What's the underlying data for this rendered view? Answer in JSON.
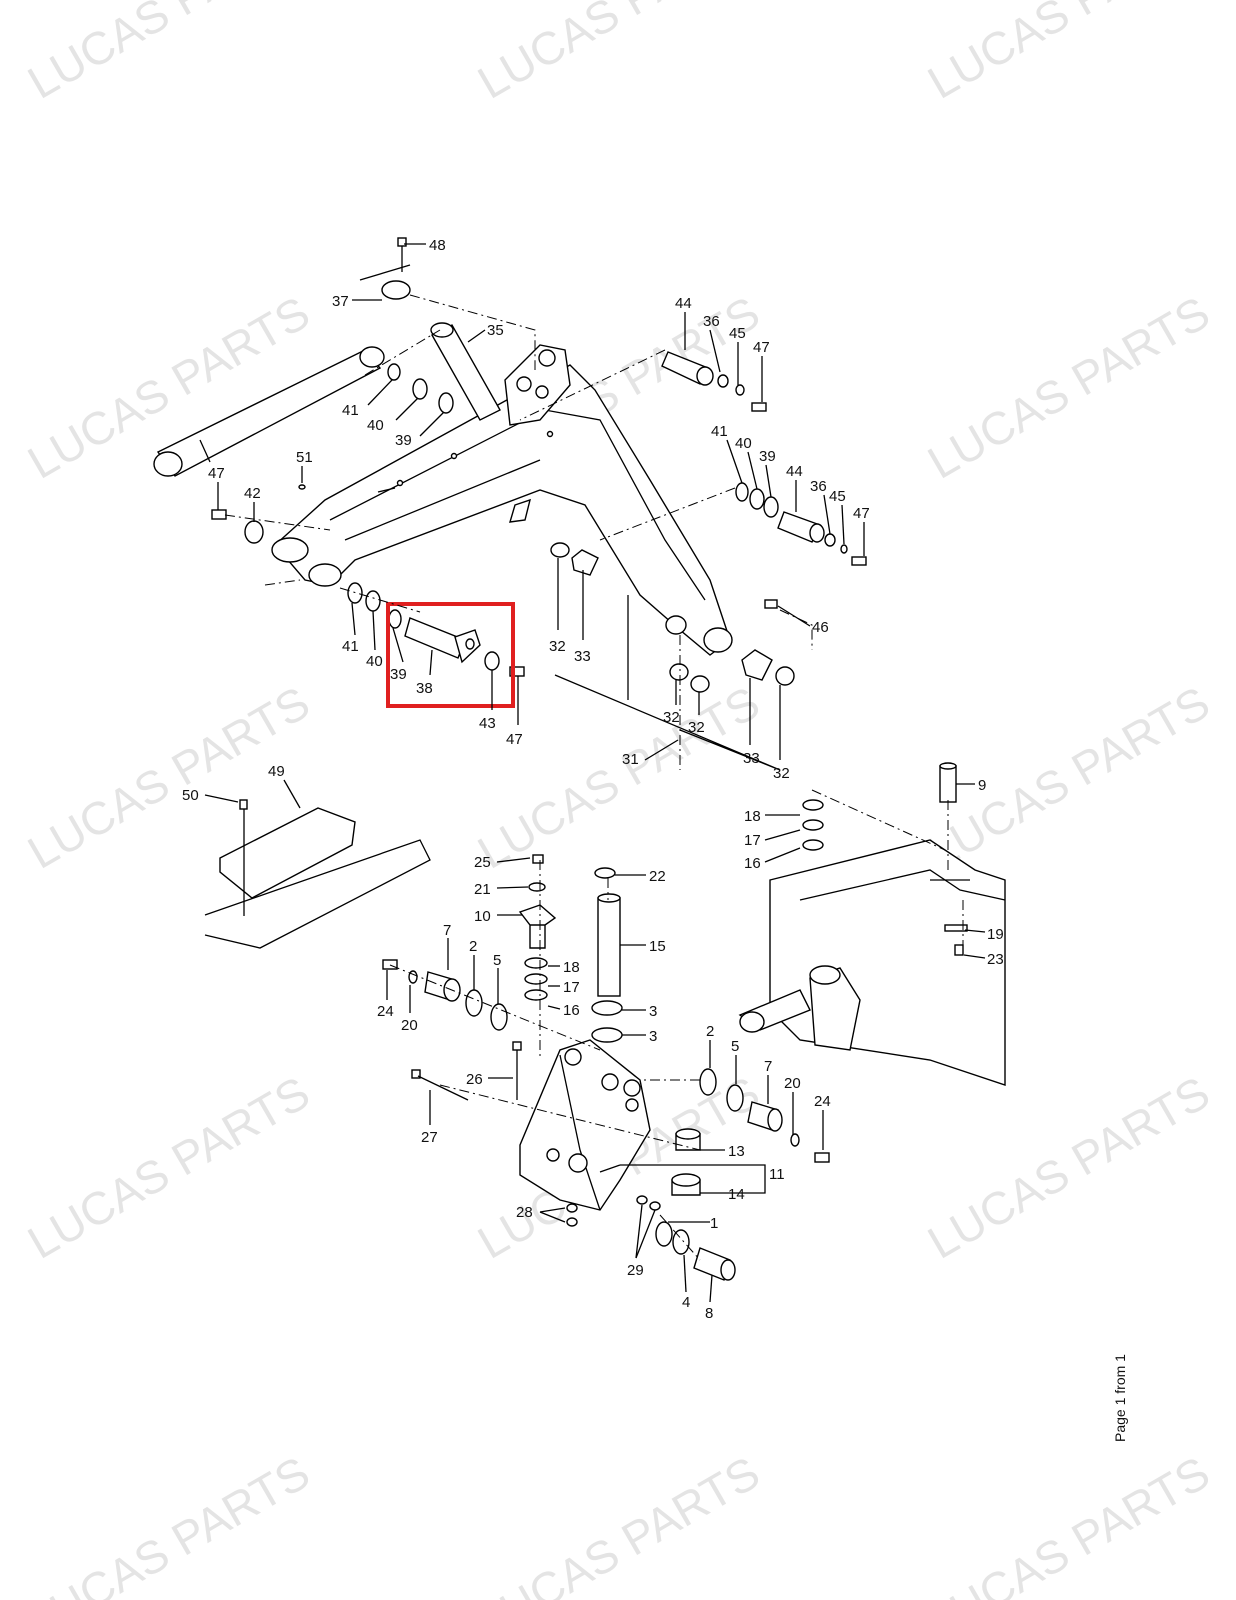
{
  "watermark": "LUCAS PARTS",
  "footer": "Page 1 from 1",
  "highlight_color": "#e02020",
  "highlighted_parts": [
    "38",
    "39",
    "43"
  ],
  "labels": [
    {
      "id": "48",
      "text": "48"
    },
    {
      "id": "37",
      "text": "37"
    },
    {
      "id": "35",
      "text": "35"
    },
    {
      "id": "41a",
      "text": "41"
    },
    {
      "id": "40a",
      "text": "40"
    },
    {
      "id": "39a",
      "text": "39"
    },
    {
      "id": "47a",
      "text": "47"
    },
    {
      "id": "42",
      "text": "42"
    },
    {
      "id": "51",
      "text": "51"
    },
    {
      "id": "44a",
      "text": "44"
    },
    {
      "id": "36a",
      "text": "36"
    },
    {
      "id": "45a",
      "text": "45"
    },
    {
      "id": "47b",
      "text": "47"
    },
    {
      "id": "41b",
      "text": "41"
    },
    {
      "id": "40b",
      "text": "40"
    },
    {
      "id": "39b",
      "text": "39"
    },
    {
      "id": "44b",
      "text": "44"
    },
    {
      "id": "36b",
      "text": "36"
    },
    {
      "id": "45b",
      "text": "45"
    },
    {
      "id": "47c",
      "text": "47"
    },
    {
      "id": "46",
      "text": "46"
    },
    {
      "id": "41c",
      "text": "41"
    },
    {
      "id": "40c",
      "text": "40"
    },
    {
      "id": "39c",
      "text": "39"
    },
    {
      "id": "38",
      "text": "38"
    },
    {
      "id": "43",
      "text": "43"
    },
    {
      "id": "47d",
      "text": "47"
    },
    {
      "id": "32a",
      "text": "32"
    },
    {
      "id": "33a",
      "text": "33"
    },
    {
      "id": "32b",
      "text": "32"
    },
    {
      "id": "32c",
      "text": "32"
    },
    {
      "id": "31",
      "text": "31"
    },
    {
      "id": "33b",
      "text": "33"
    },
    {
      "id": "32d",
      "text": "32"
    },
    {
      "id": "49",
      "text": "49"
    },
    {
      "id": "50",
      "text": "50"
    },
    {
      "id": "9",
      "text": "9"
    },
    {
      "id": "18a",
      "text": "18"
    },
    {
      "id": "17a",
      "text": "17"
    },
    {
      "id": "16a",
      "text": "16"
    },
    {
      "id": "19",
      "text": "19"
    },
    {
      "id": "23",
      "text": "23"
    },
    {
      "id": "25",
      "text": "25"
    },
    {
      "id": "22",
      "text": "22"
    },
    {
      "id": "21",
      "text": "21"
    },
    {
      "id": "10",
      "text": "10"
    },
    {
      "id": "15",
      "text": "15"
    },
    {
      "id": "7a",
      "text": "7"
    },
    {
      "id": "2a",
      "text": "2"
    },
    {
      "id": "5a",
      "text": "5"
    },
    {
      "id": "18b",
      "text": "18"
    },
    {
      "id": "17b",
      "text": "17"
    },
    {
      "id": "16b",
      "text": "16"
    },
    {
      "id": "3a",
      "text": "3"
    },
    {
      "id": "3b",
      "text": "3"
    },
    {
      "id": "24a",
      "text": "24"
    },
    {
      "id": "20a",
      "text": "20"
    },
    {
      "id": "26",
      "text": "26"
    },
    {
      "id": "27",
      "text": "27"
    },
    {
      "id": "2b",
      "text": "2"
    },
    {
      "id": "5b",
      "text": "5"
    },
    {
      "id": "7b",
      "text": "7"
    },
    {
      "id": "20b",
      "text": "20"
    },
    {
      "id": "24b",
      "text": "24"
    },
    {
      "id": "13",
      "text": "13"
    },
    {
      "id": "11",
      "text": "11"
    },
    {
      "id": "14",
      "text": "14"
    },
    {
      "id": "28",
      "text": "28"
    },
    {
      "id": "1",
      "text": "1"
    },
    {
      "id": "29",
      "text": "29"
    },
    {
      "id": "4",
      "text": "4"
    },
    {
      "id": "8",
      "text": "8"
    }
  ]
}
